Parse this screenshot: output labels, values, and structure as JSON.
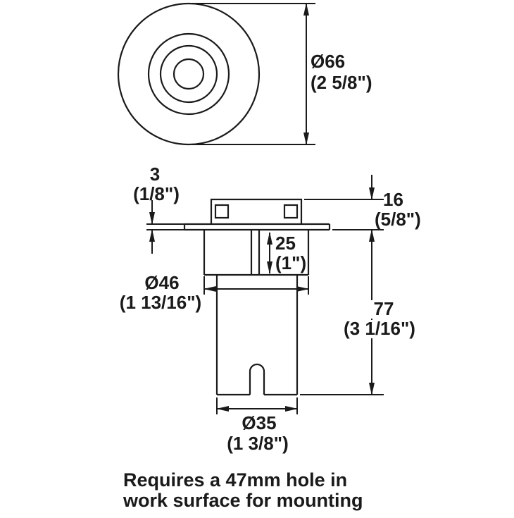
{
  "dims": {
    "d66": {
      "value": "Ø66",
      "inches": "(2 5/8\")"
    },
    "t3": {
      "value": "3",
      "inches": "(1/8\")"
    },
    "h16": {
      "value": "16",
      "inches": "(5/8\")"
    },
    "h25": {
      "value": "25",
      "inches": "(1\")"
    },
    "d46": {
      "value": "Ø46",
      "inches": "(1 13/16\")"
    },
    "h77": {
      "value": "77",
      "inches": "(3 1/16\")"
    },
    "d35": {
      "value": "Ø35",
      "inches": "(1 3/8\")"
    }
  },
  "note": {
    "line1": "Requires a 47mm hole in",
    "line2": "work surface for mounting"
  },
  "colors": {
    "line": "#1a1a1a",
    "background": "#ffffff"
  }
}
